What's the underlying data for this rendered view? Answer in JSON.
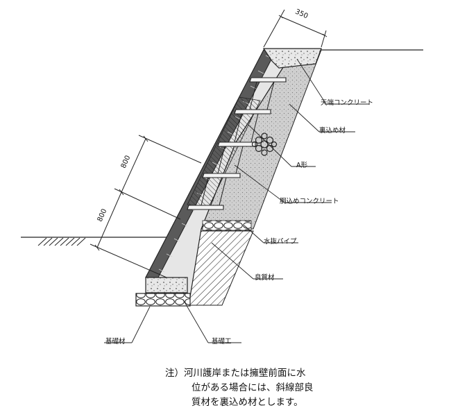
{
  "dimensions": {
    "top_width": "350",
    "upper_height": "800",
    "lower_height": "800"
  },
  "labels": {
    "coping_concrete": "天端コンクリート",
    "back_fill": "裏込め材",
    "a_shape": "A形",
    "body_fill_concrete": "胴込めコンクリート",
    "weep_pipe": "水抜パイプ",
    "good_material": "良質材",
    "foundation_material": "基礎材",
    "foundation_work": "基礎工"
  },
  "note": {
    "line1": "注）河川護岸または擁壁前面に水",
    "line2": "位がある場合には、斜線部良",
    "line3": "質材を裏込め材とします。"
  }
}
